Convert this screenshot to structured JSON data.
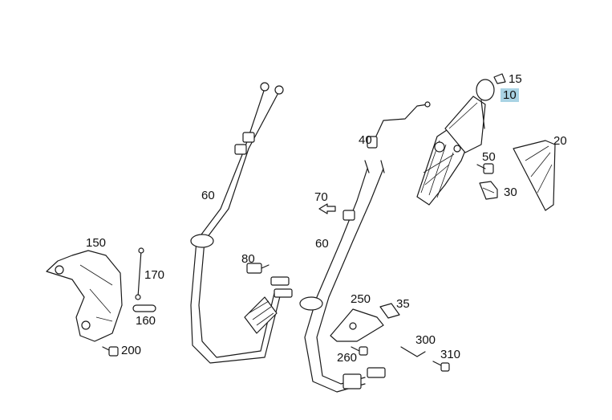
{
  "highlight_color": "#a9d3e4",
  "callouts": {
    "c15": "15",
    "c10": "10",
    "c20": "20",
    "c40": "40",
    "c50": "50",
    "c30": "30",
    "c60a": "60",
    "c70": "70",
    "c60b": "60",
    "c80": "80",
    "c150": "150",
    "c170": "170",
    "c160": "160",
    "c200": "200",
    "c250": "250",
    "c35": "35",
    "c300": "300",
    "c260": "260",
    "c310": "310"
  }
}
